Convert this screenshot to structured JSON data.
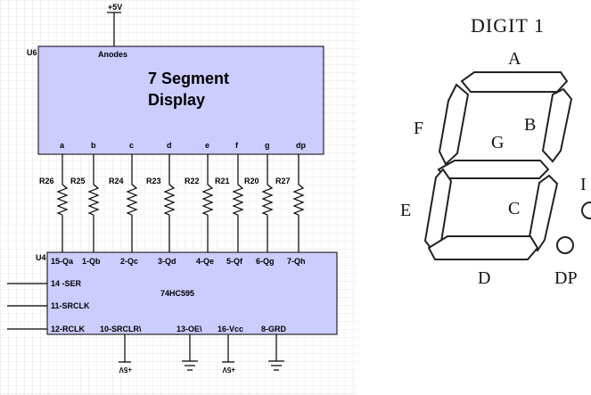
{
  "schematic": {
    "power_label": "+5V",
    "display_ref": "U6",
    "display_anodes": "Anodes",
    "display_title_line1": "7 Segment",
    "display_title_line2": "Display",
    "display_pins": [
      "a",
      "b",
      "c",
      "d",
      "e",
      "f",
      "g",
      "dp"
    ],
    "resistors": [
      "R26",
      "R25",
      "R24",
      "R23",
      "R22",
      "R21",
      "R20",
      "R27"
    ],
    "ic_ref": "U4",
    "ic_part": "74HC595",
    "ic_top_pins": [
      "15-Qa",
      "1-Qb",
      "2-Qc",
      "3-Qd",
      "4-Qe",
      "5-Qf",
      "6-Qg",
      "7-Qh"
    ],
    "ic_left_pins": [
      "14 -SER",
      "11-SRCLK",
      "12-RCLK"
    ],
    "ic_bottom_pins": [
      "10-SRCLR\\",
      "13-OE\\",
      "16-Vcc",
      "8-GRD"
    ],
    "rail_label": "+5V"
  },
  "digit": {
    "title": "DIGIT 1",
    "segments": [
      "A",
      "B",
      "C",
      "D",
      "E",
      "F",
      "G"
    ],
    "dp_label": "DP",
    "partial_label": "I"
  },
  "colors": {
    "block_fill": "#ccccff",
    "wire": "#000000",
    "grid": "#e6e6e6"
  }
}
